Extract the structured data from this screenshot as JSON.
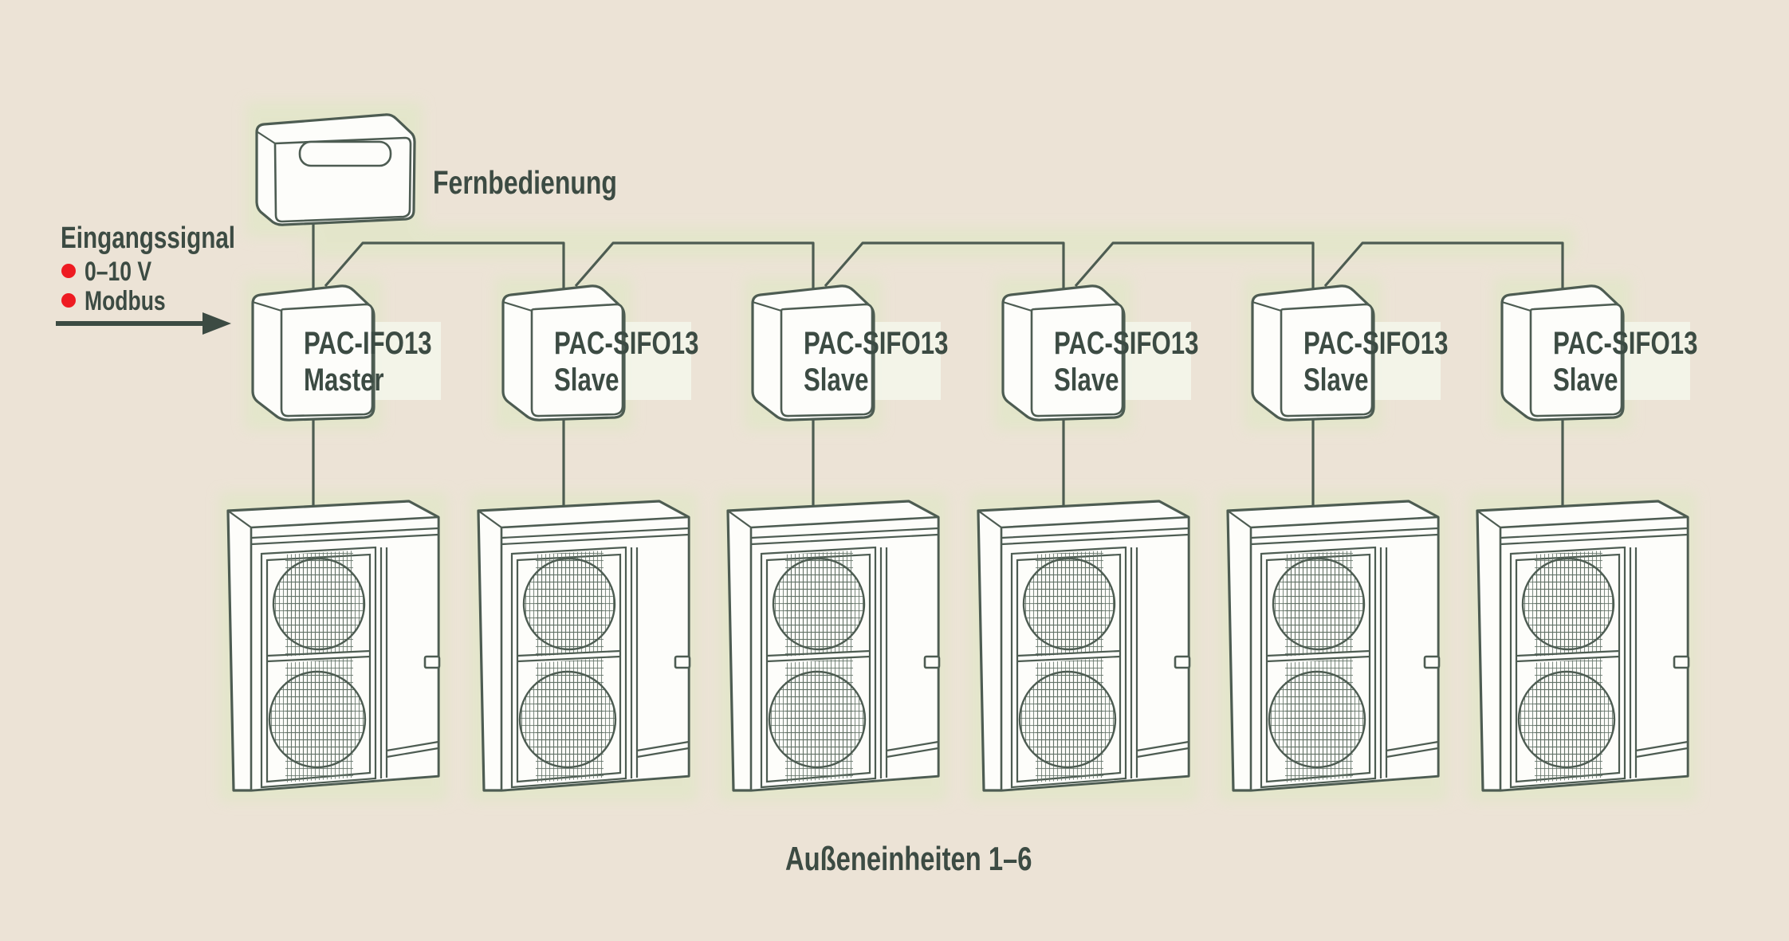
{
  "colors": {
    "background": "#ece3d6",
    "line": "#4d5c52",
    "text": "#3c4b43",
    "bullet": "#ee1b22",
    "glow": "#dde8c2",
    "band": "#f3f5e9",
    "device_fill": "#fdfdfa",
    "mesh": "#5f6f65"
  },
  "remote": {
    "label": "Fernbedienung"
  },
  "legend": {
    "title": "Eingangssignal",
    "items": [
      {
        "label": "0–10 V"
      },
      {
        "label": "Modbus"
      }
    ]
  },
  "controllers": [
    {
      "model": "PAC-IFO13",
      "role": "Master"
    },
    {
      "model": "PAC-SIFO13",
      "role": "Slave"
    },
    {
      "model": "PAC-SIFO13",
      "role": "Slave"
    },
    {
      "model": "PAC-SIFO13",
      "role": "Slave"
    },
    {
      "model": "PAC-SIFO13",
      "role": "Slave"
    },
    {
      "model": "PAC-SIFO13",
      "role": "Slave"
    }
  ],
  "outdoor_units": {
    "count": 6,
    "label": "Außeneinheiten 1–6"
  }
}
